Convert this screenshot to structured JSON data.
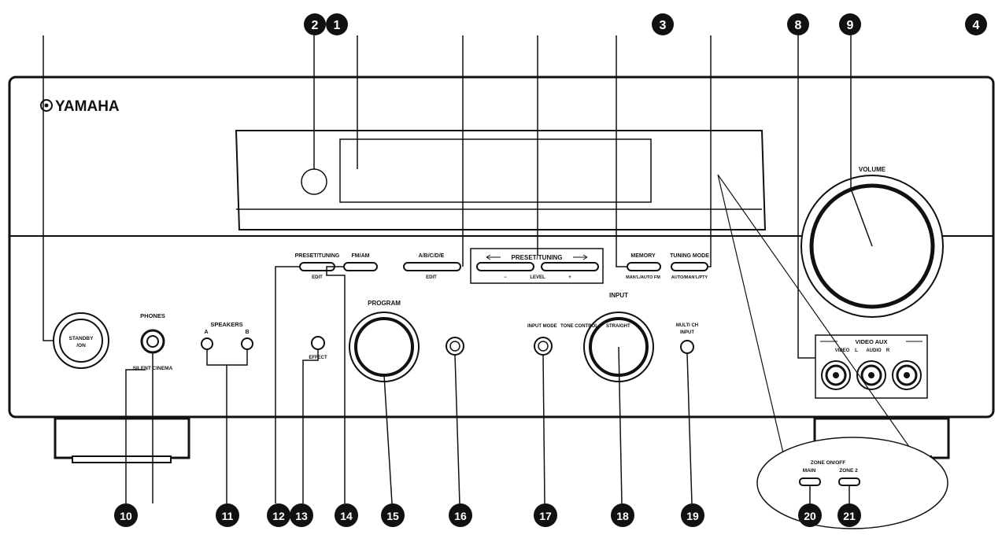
{
  "brand": "YAMAHA",
  "labels": {
    "volume": "VOLUME",
    "preset_tuning_left": "PRESET/TUNING",
    "edit": "EDIT",
    "fm_am": "FM/AM",
    "abcde": "A/B/C/D/E",
    "edit2": "EDIT",
    "preset_tuning_center": "PRESET/TUNING",
    "minus": "−",
    "level": "LEVEL",
    "plus": "+",
    "memory": "MEMORY",
    "memory_sub": "MAN'L/AUTO FM",
    "tuning_mode": "TUNING MODE",
    "tuning_mode_sub": "AUTO/MAN'L/PTY",
    "program": "PROGRAM",
    "input": "INPUT",
    "standby_1": "STANDBY",
    "standby_2": "/ON",
    "phones": "PHONES",
    "silent_cinema": "SILENT CINEMA",
    "speakers": "SPEAKERS",
    "spk_a": "A",
    "spk_b": "B",
    "effect": "EFFECT",
    "input_mode": "INPUT MODE",
    "tone_control": "TONE CONTROL",
    "straight": "STRAIGHT",
    "multi_ch_1": "MULTI CH",
    "multi_ch_2": "INPUT",
    "video_aux": "VIDEO AUX",
    "video": "VIDEO",
    "audio_l": "L",
    "audio": "AUDIO",
    "audio_r": "R",
    "zone_onoff": "ZONE ON/OFF",
    "main": "MAIN",
    "zone2": "ZONE 2"
  },
  "callouts": [
    "1",
    "2",
    "3",
    "4",
    "8",
    "9",
    "10",
    "11",
    "12",
    "13",
    "14",
    "15",
    "16",
    "17",
    "18",
    "19",
    "20",
    "21"
  ]
}
